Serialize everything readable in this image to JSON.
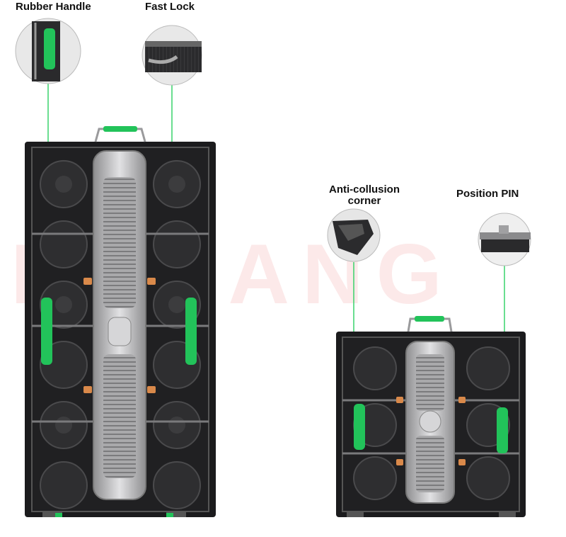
{
  "labels": {
    "rubber_handle": "Rubber Handle",
    "fast_lock": "Fast Lock",
    "anti_collusion_line1": "Anti-collusion",
    "anti_collusion_line2": "corner",
    "position_pin": "Position PIN"
  },
  "watermark": "HSHANG",
  "colors": {
    "handle_green": "#22c35a",
    "leader_line": "#39d36b",
    "cabinet_dark": "#1b1b1d",
    "plate_silver": "#c9c9cb"
  }
}
